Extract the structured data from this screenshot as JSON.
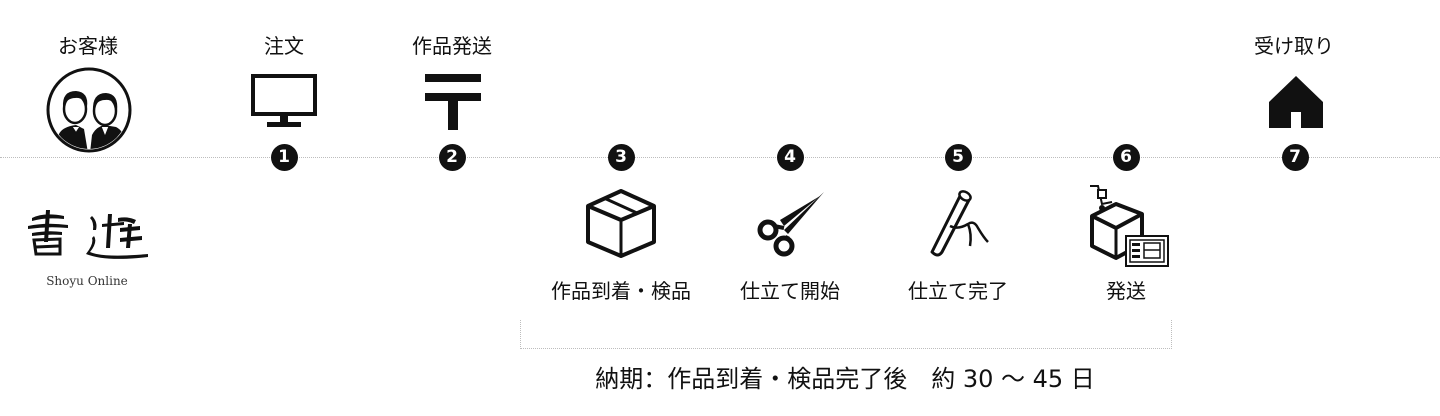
{
  "top_labels": {
    "customer": "お客様",
    "order": "注文",
    "ship_work": "作品発送",
    "receive": "受け取り"
  },
  "steps": [
    {
      "num": "1"
    },
    {
      "num": "2"
    },
    {
      "num": "3",
      "label": "作品到着・検品",
      "icon": "box-icon"
    },
    {
      "num": "4",
      "label": "仕立て開始",
      "icon": "scissors-icon"
    },
    {
      "num": "5",
      "label": "仕立て完了",
      "icon": "scroll-icon"
    },
    {
      "num": "6",
      "label": "発送",
      "icon": "box-with-label-icon"
    },
    {
      "num": "7"
    }
  ],
  "logo": {
    "subtitle": "Shoyu Online"
  },
  "delivery_note": "納期：作品到着・検品完了後　約 30 ～ 45 日"
}
